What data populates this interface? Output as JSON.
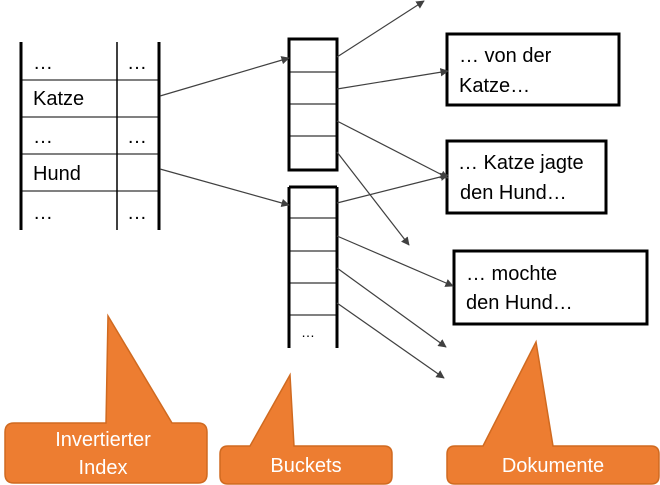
{
  "index": {
    "rows": [
      {
        "term": "…",
        "ref": "…"
      },
      {
        "term": "Katze",
        "ref": ""
      },
      {
        "term": "…",
        "ref": "…"
      },
      {
        "term": "Hund",
        "ref": ""
      },
      {
        "term": "…",
        "ref": "…"
      }
    ]
  },
  "buckets": {
    "overflow_label": "…"
  },
  "documents": [
    {
      "line1": "… von der",
      "line2": "Katze…"
    },
    {
      "line1": "… Katze jagte",
      "line2": "den Hund…"
    },
    {
      "line1": "… mochte",
      "line2": "den Hund…"
    }
  ],
  "callouts": {
    "index": {
      "line1": "Invertierter",
      "line2": "Index"
    },
    "buckets": {
      "line1": "Buckets"
    },
    "documents": {
      "line1": "Dokumente"
    }
  },
  "colors": {
    "callout_fill": "#ED7D31",
    "callout_stroke": "#D06A20",
    "line": "#000000",
    "arrow": "#404040"
  }
}
